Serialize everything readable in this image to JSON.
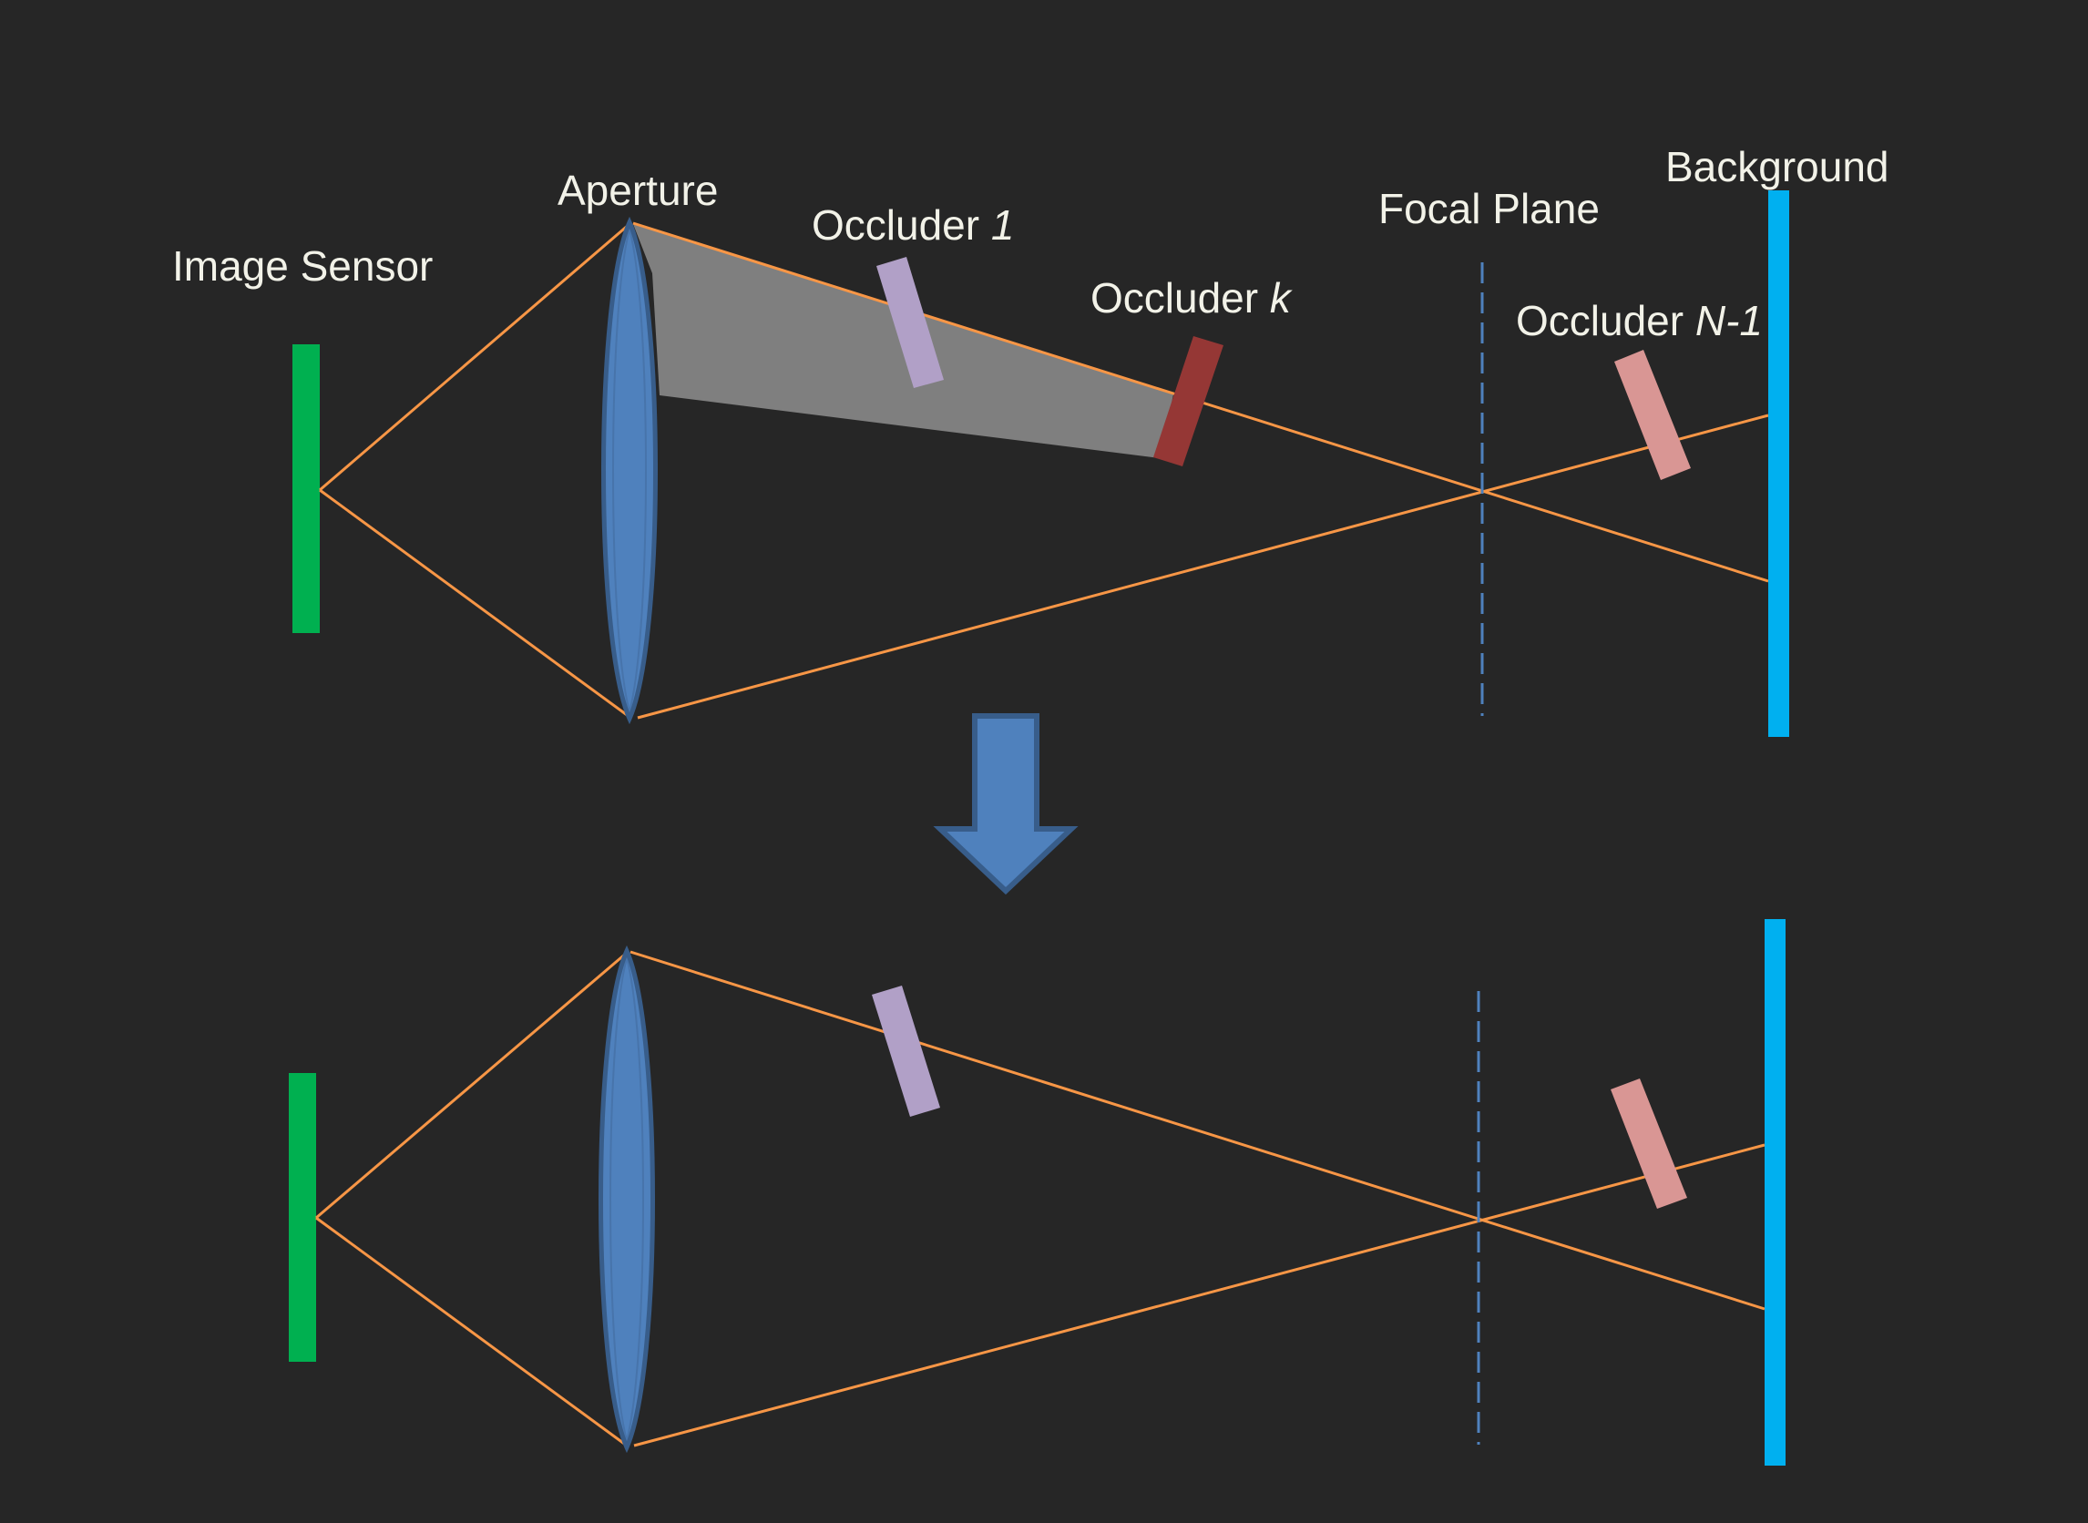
{
  "labels": {
    "image_sensor": "Image Sensor",
    "aperture": "Aperture",
    "occluder_1": {
      "prefix": "Occluder ",
      "index": "1"
    },
    "occluder_k": {
      "prefix": "Occluder ",
      "index": "k"
    },
    "focal_plane": "Focal Plane",
    "occluder_n1": {
      "prefix": "Occluder ",
      "index": "N-1"
    },
    "background": "Background"
  },
  "colors": {
    "canvas": "#262626",
    "text": "#f2f2e8",
    "sensor": "#00b050",
    "lens_fill": "#4f81bd",
    "lens_stroke": "#385d8a",
    "ray": "#f79646",
    "focal_plane": "#4f81bd",
    "background_plane": "#00b0f0",
    "occluder_1": "#b1a0c7",
    "occluder_k": "#953735",
    "occluder_n1": "#d99694",
    "occlusion_cone": "#7f7f7f",
    "arrow_fill": "#4f81bd",
    "arrow_stroke": "#385d8a"
  },
  "panels": [
    {
      "name": "before",
      "occluders": [
        "occluder_1",
        "occluder_k",
        "occluder_n1"
      ],
      "shows_occlusion_cone": true,
      "shows_labels": true
    },
    {
      "name": "after",
      "occluders": [
        "occluder_1",
        "occluder_n1"
      ],
      "shows_occlusion_cone": false,
      "shows_labels": false
    }
  ],
  "transition_arrow": "arrow-down"
}
